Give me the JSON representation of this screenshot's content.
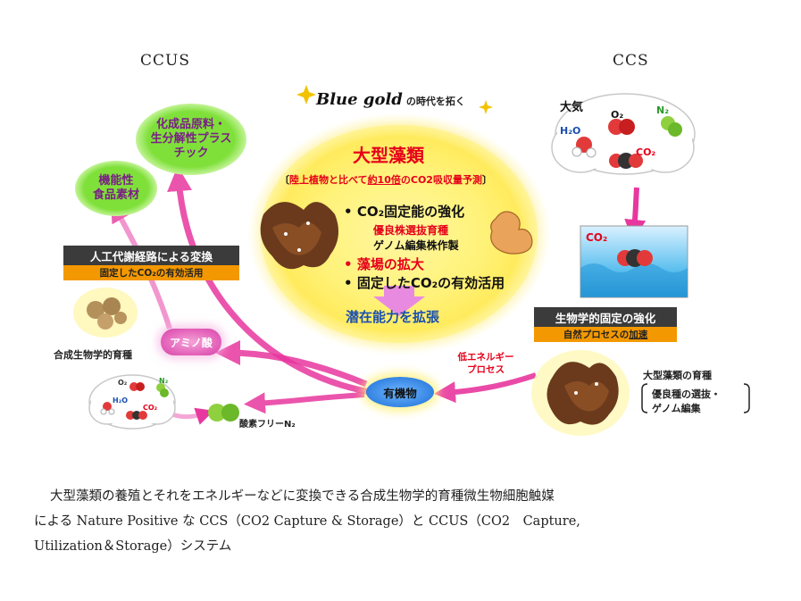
{
  "headings": {
    "left": "CCUS",
    "right": "CCS"
  },
  "banner": {
    "main": "Blue gold",
    "suffix": "の時代を拓く"
  },
  "center": {
    "title": "大型藻類",
    "subtitle_prefix": "陸上植物と比べて",
    "subtitle_emph": "約10倍",
    "subtitle_suffix": "のCO2吸収量予測",
    "bullet1": "CO₂固定能の強化",
    "sub1a": "優良株選抜育種",
    "sub1b": "ゲノム編集株作製",
    "bullet2": "藻場の拡大",
    "bullet3": "固定したCO₂の有効活用",
    "footer": "潜在能力を拡張"
  },
  "left": {
    "green1": "化成品原料・\n生分解性プラス\nチック",
    "green2": "機能性\n食品素材",
    "dark_bar": "人工代謝経路による変換",
    "orange_bar": "固定したCO₂の有効活用",
    "synthetic_label": "合成生物学的育種",
    "amino": "アミノ酸",
    "gases": {
      "o2": "O₂",
      "n2": "N₂",
      "h2o": "H₂O",
      "co2": "CO₂"
    },
    "n2_free": "酸素フリーN₂"
  },
  "middle": {
    "organic": "有機物",
    "low_energy_1": "低エネルギー",
    "low_energy_2": "プロセス"
  },
  "right": {
    "air_label": "大気",
    "gases": {
      "o2": "O₂",
      "n2": "N₂",
      "h2o": "H₂O",
      "co2": "CO₂"
    },
    "co2_box": "CO₂",
    "dark_bar": "生物学的固定の強化",
    "orange_prefix": "自然プロセスの",
    "orange_emph": "加速",
    "breeding_title": "大型藻類の育種",
    "breeding_1": "優良種の選抜・",
    "breeding_2": "ゲノム編集"
  },
  "caption": {
    "line1": "大型藻類の養殖とそれをエネルギーなどに変換できる合成生物学的育種微生物細胞触媒",
    "line2": "による Nature Positive な CCS（CO2 Capture & Storage）と CCUS（CO2　Capture,",
    "line3": "Utilization＆Storage）システム"
  },
  "colors": {
    "arrow_pink": "#e8379e",
    "accent_red": "#e6001a",
    "glow_green": "#7fe03a",
    "accent_orange": "#f39800",
    "center_yellow": "#fff27a",
    "organic_blue": "#2f7fe0"
  }
}
